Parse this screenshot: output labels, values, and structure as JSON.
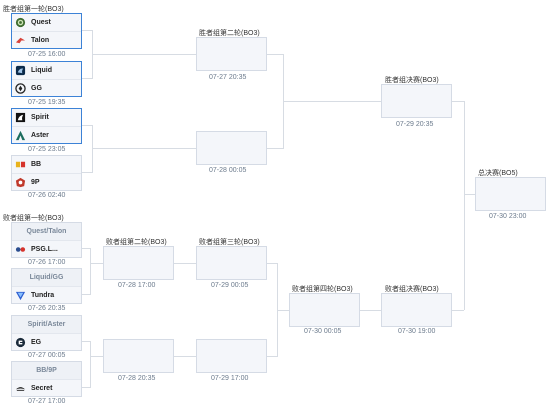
{
  "winners_bracket": {
    "round1_title": "胜者组第一轮(BO3)",
    "round2_title": "胜者组第二轮(BO3)",
    "final_title": "胜者组决赛(BO3)",
    "matches": [
      {
        "team1": "Quest",
        "team2": "Talon",
        "time": "07-25 16:00"
      },
      {
        "team1": "Liquid",
        "team2": "GG",
        "time": "07-25 19:35"
      },
      {
        "team1": "Spirit",
        "team2": "Aster",
        "time": "07-25 23:05"
      },
      {
        "team1": "BB",
        "team2": "9P",
        "time": "07-26 02:40"
      }
    ],
    "round2_times": [
      "07-27 20:35",
      "07-28 00:05"
    ],
    "final_time": "07-29 20:35"
  },
  "grand_final": {
    "title": "总决赛(BO5)",
    "time": "07-30 23:00"
  },
  "losers_bracket": {
    "round1_title": "败者组第一轮(BO3)",
    "round2_title": "败者组第二轮(BO3)",
    "round3_title": "败者组第三轮(BO3)",
    "round4_title": "败者组第四轮(BO3)",
    "final_title": "败者组决赛(BO3)",
    "matches": [
      {
        "label": "Quest/Talon",
        "team": "PSG.L...",
        "time": "07-26 17:00"
      },
      {
        "label": "Liquid/GG",
        "team": "Tundra",
        "time": "07-26 20:35"
      },
      {
        "label": "Spirit/Aster",
        "team": "EG",
        "time": "07-27 00:05"
      },
      {
        "label": "BB/9P",
        "team": "Secret",
        "time": "07-27 17:00"
      }
    ],
    "round2_times": [
      "07-28 17:00",
      "07-28 20:35"
    ],
    "round3_times": [
      "07-29 00:05",
      "07-29 17:00"
    ],
    "round4_time": "07-30 00:05",
    "final_time": "07-30 19:00"
  }
}
